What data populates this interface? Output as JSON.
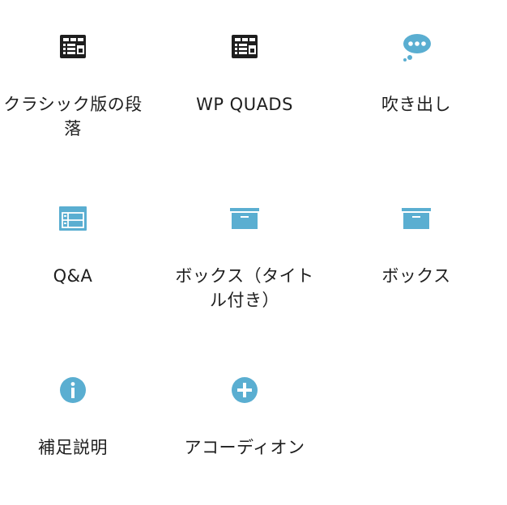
{
  "colors": {
    "dark_icon": "#1e1e1e",
    "blue_icon": "#5aaed1",
    "text": "#1e1e1e"
  },
  "blocks": [
    {
      "label": "クラシック版の段落",
      "icon": "classic-table-icon"
    },
    {
      "label": "WP QUADS",
      "icon": "classic-table-icon"
    },
    {
      "label": "吹き出し",
      "icon": "speech-bubble-icon"
    },
    {
      "label": "Q&A",
      "icon": "qa-list-icon"
    },
    {
      "label": "ボックス（タイトル付き）",
      "icon": "box-icon"
    },
    {
      "label": "ボックス",
      "icon": "box-icon"
    },
    {
      "label": "補足説明",
      "icon": "info-icon"
    },
    {
      "label": "アコーディオン",
      "icon": "plus-circle-icon"
    }
  ]
}
